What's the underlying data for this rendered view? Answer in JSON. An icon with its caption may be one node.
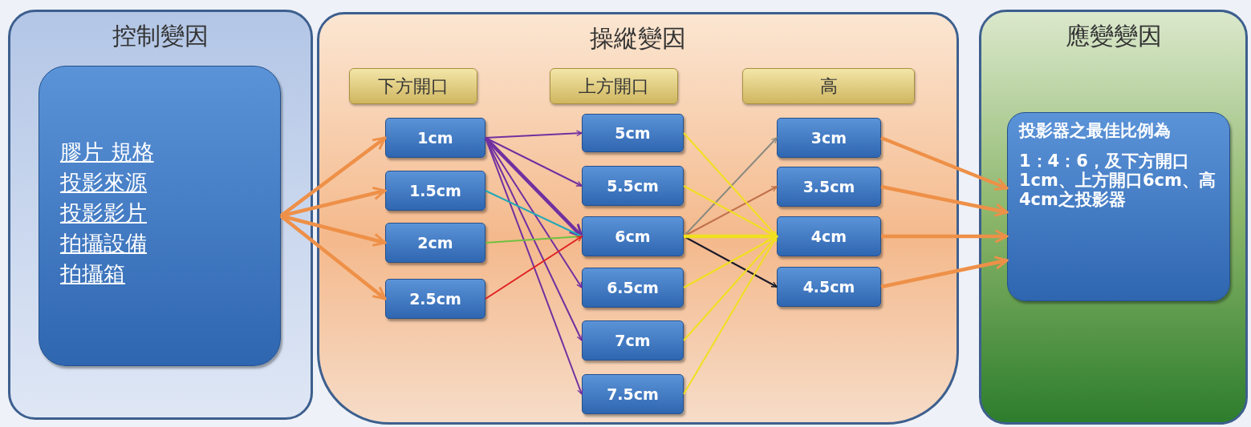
{
  "diagram": {
    "nodes": [
      {
        "text": [
          "控制變因"
        ]
      },
      {
        "text": [
          "膠片 規格",
          "投影來源",
          "投影影片",
          "拍攝設備",
          "拍攝箱"
        ],
        "in": 0
      },
      {
        "text": [
          "操縱變因"
        ]
      },
      {
        "text": [
          "下方開口"
        ],
        "in": 2
      },
      {
        "text": [
          "上方開口"
        ],
        "in": 2
      },
      {
        "text": [
          "高"
        ],
        "in": 2
      },
      {
        "text": [
          "1cm"
        ],
        "in": 2
      },
      {
        "text": [
          "1.5cm"
        ],
        "in": 2
      },
      {
        "text": [
          "2cm"
        ],
        "in": 2
      },
      {
        "text": [
          "2.5cm"
        ],
        "in": 2
      },
      {
        "text": [
          "5cm"
        ],
        "in": 2
      },
      {
        "text": [
          "5.5cm"
        ],
        "in": 2
      },
      {
        "text": [
          "6cm"
        ],
        "in": 2
      },
      {
        "text": [
          "6.5cm"
        ],
        "in": 2
      },
      {
        "text": [
          "7cm"
        ],
        "in": 2
      },
      {
        "text": [
          "7.5cm"
        ],
        "in": 2
      },
      {
        "text": [
          "3cm"
        ],
        "in": 2
      },
      {
        "text": [
          "3.5cm"
        ],
        "in": 2
      },
      {
        "text": [
          "4cm"
        ],
        "in": 2
      },
      {
        "text": [
          "4.5cm"
        ],
        "in": 2
      },
      {
        "text": [
          "應變變因"
        ]
      },
      {
        "text": [
          "投影器之最佳比例為",
          "1：4：6，及下方開口1cm、上方開口6cm、高4cm之投影器"
        ],
        "in": 20
      }
    ],
    "edges": [
      {
        "from": 1,
        "to": 6,
        "arrow": "to",
        "style": "thick"
      },
      {
        "from": 1,
        "to": 7,
        "arrow": "to",
        "style": "thick"
      },
      {
        "from": 1,
        "to": 8,
        "arrow": "to",
        "style": "thick"
      },
      {
        "from": 1,
        "to": 9,
        "arrow": "to",
        "style": "thick"
      },
      {
        "from": 6,
        "to": 10,
        "arrow": "to",
        "color": "#7030a0"
      },
      {
        "from": 6,
        "to": 11,
        "arrow": "to",
        "color": "#7030a0"
      },
      {
        "from": 6,
        "to": 12,
        "arrow": "to",
        "style": "thick",
        "color": "#7030a0"
      },
      {
        "from": 6,
        "to": 13,
        "arrow": "to",
        "color": "#7030a0"
      },
      {
        "from": 6,
        "to": 14,
        "arrow": "to",
        "color": "#7030a0"
      },
      {
        "from": 6,
        "to": 15,
        "arrow": "to",
        "color": "#7030a0"
      },
      {
        "from": 7,
        "to": 12,
        "arrow": "none",
        "color": "#20a8b8"
      },
      {
        "from": 8,
        "to": 12,
        "arrow": "none",
        "color": "#70c040"
      },
      {
        "from": 9,
        "to": 12,
        "arrow": "to",
        "color": "#e02020"
      },
      {
        "from": 12,
        "to": 16,
        "arrow": "to",
        "color": "#8a8a80"
      },
      {
        "from": 12,
        "to": 17,
        "arrow": "to",
        "color": "#c0704a"
      },
      {
        "from": 12,
        "to": 19,
        "arrow": "to",
        "color": "#1a1a2a"
      },
      {
        "from": 10,
        "to": 18,
        "arrow": "to",
        "color": "#f0e020"
      },
      {
        "from": 11,
        "to": 18,
        "arrow": "to",
        "color": "#f0e020"
      },
      {
        "from": 12,
        "to": 18,
        "arrow": "to",
        "style": "thick",
        "color": "#f0e020"
      },
      {
        "from": 13,
        "to": 18,
        "arrow": "to",
        "color": "#f0e020"
      },
      {
        "from": 14,
        "to": 18,
        "arrow": "to",
        "color": "#f0e020"
      },
      {
        "from": 15,
        "to": 18,
        "arrow": "to",
        "color": "#f0e020"
      },
      {
        "from": 16,
        "to": 21,
        "arrow": "to",
        "style": "thick"
      },
      {
        "from": 17,
        "to": 21,
        "arrow": "to",
        "style": "thick"
      },
      {
        "from": 18,
        "to": 21,
        "arrow": "to",
        "style": "thick"
      },
      {
        "from": 19,
        "to": 21,
        "arrow": "to",
        "style": "thick"
      }
    ]
  }
}
